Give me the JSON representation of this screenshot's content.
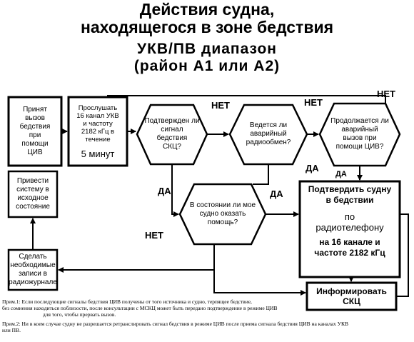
{
  "title": {
    "line1": "Действия судна,",
    "line2": "находящегося в зоне бедствия",
    "line3": "УКВ/ПВ диапазон",
    "line4": "(район А1 или А2)"
  },
  "boxes": {
    "received": "Принят\nвызов\nбедствия\nпри\nпомощи\nЦИВ",
    "listen": "Прослушать\n16 канал УКВ\nи частоту\n2182 кГц в\nтечение",
    "listen_minutes": "5 минут",
    "reset": "Привести\nсистему в\nисходное\nсостояние",
    "log": "Сделать\nнеобходимые\nзаписи в\nрадиожурнале",
    "confirm_title": "Подтвердить судну\nв бедствии",
    "confirm_by": "по\nрадиотелефону",
    "confirm_freq": "на 16 канале и\nчастоте 2182 кГц",
    "inform": "Информировать\nСКЦ"
  },
  "decisions": {
    "confirmed": "Подтвержден ли\nсигнал\nбедствия\nСКЦ?",
    "traffic": "Ведется ли\nаварийный\nрадиообмен?",
    "continues": "Продолжается ли\nаварийный\nвызов при\nпомощи ЦИВ?",
    "can_help": "В состоянии ли мое\nсудно оказать\nпомощь?"
  },
  "answers": {
    "no1": "НЕТ",
    "no2": "НЕТ",
    "no3": "НЕТ",
    "no4": "НЕТ",
    "yes1": "ДА",
    "yes2": "ДА",
    "yes3": "ДА",
    "yes4": "ДА"
  },
  "notes": {
    "note1a": "Прим.1: Если последующие сигналы бедствия ЦИВ получены от того источника и судно, терпящее бедствие,",
    "note1b": "без сомнения находиться поблизости, после консультации с МСКЦ может быть передано подтверждение в режиме ЦИВ",
    "note1c": "для того, чтобы прервать вызов.",
    "note2a": "Прим.2: Ни в коем случае судну не разрешается ретранслировать сигнал бедствия в режиме ЦИВ после приема сигнала бедствия ЦИВ на каналах УКВ",
    "note2b": "или ПВ."
  }
}
